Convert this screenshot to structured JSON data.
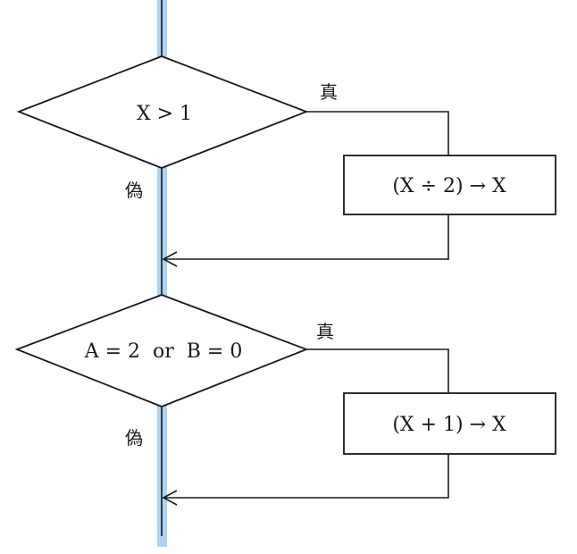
{
  "decision1": {
    "condition": "X > 1",
    "true_label": "真",
    "false_label": "偽"
  },
  "process1": {
    "text": "(X ÷ 2) → X"
  },
  "decision2": {
    "condition": "A = 2  or  B = 0",
    "true_label": "真",
    "false_label": "偽"
  },
  "process2": {
    "text": "(X + 1) → X"
  },
  "colors": {
    "highlight": "#a9d4f5",
    "stroke": "#1a1a1a"
  }
}
